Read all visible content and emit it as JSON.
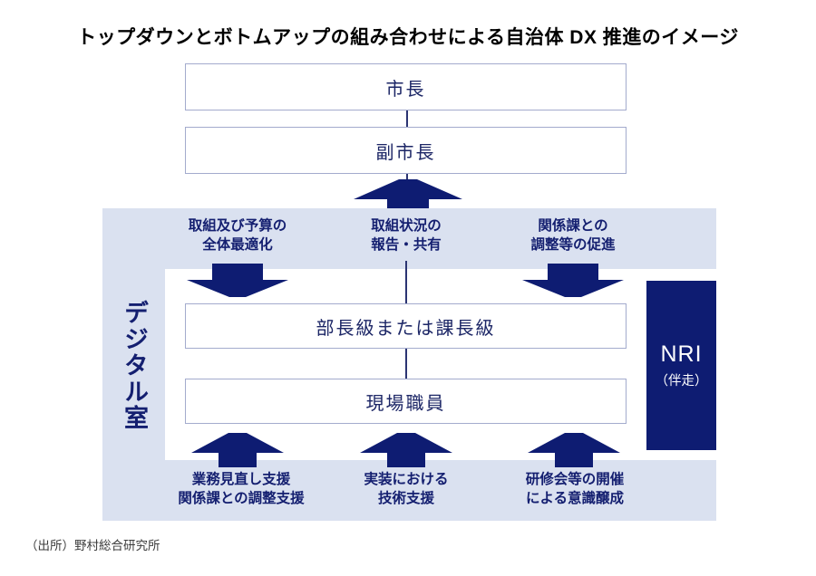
{
  "title": "トップダウンとボトムアップの組み合わせによる自治体 DX 推進のイメージ",
  "colors": {
    "navy": "#0e1c72",
    "panel_blue": "#dae1f0",
    "box_border": "#a3abcd",
    "label_navy": "#141f70"
  },
  "org_chart": {
    "mayor": "市長",
    "deputy_mayor": "副市長"
  },
  "panel": {
    "digital_office_label": "デジタル室",
    "top_flows": [
      {
        "line1": "取組及び予算の",
        "line2": "全体最適化",
        "direction": "down"
      },
      {
        "line1": "取組状況の",
        "line2": "報告・共有",
        "direction": "up"
      },
      {
        "line1": "関係課との",
        "line2": "調整等の促進",
        "direction": "down"
      }
    ],
    "middle_boxes": {
      "managers": "部長級または課長級",
      "field_staff": "現場職員"
    },
    "bottom_flows": [
      {
        "line1": "業務見直し支援",
        "line2": "関係課との調整支援",
        "direction": "up"
      },
      {
        "line1": "実装における",
        "line2": "技術支援",
        "direction": "up"
      },
      {
        "line1": "研修会等の開催",
        "line2": "による意識醸成",
        "direction": "up"
      }
    ],
    "nri": {
      "label": "NRI",
      "sub_label": "（伴走）"
    }
  },
  "source": "（出所）野村総合研究所"
}
